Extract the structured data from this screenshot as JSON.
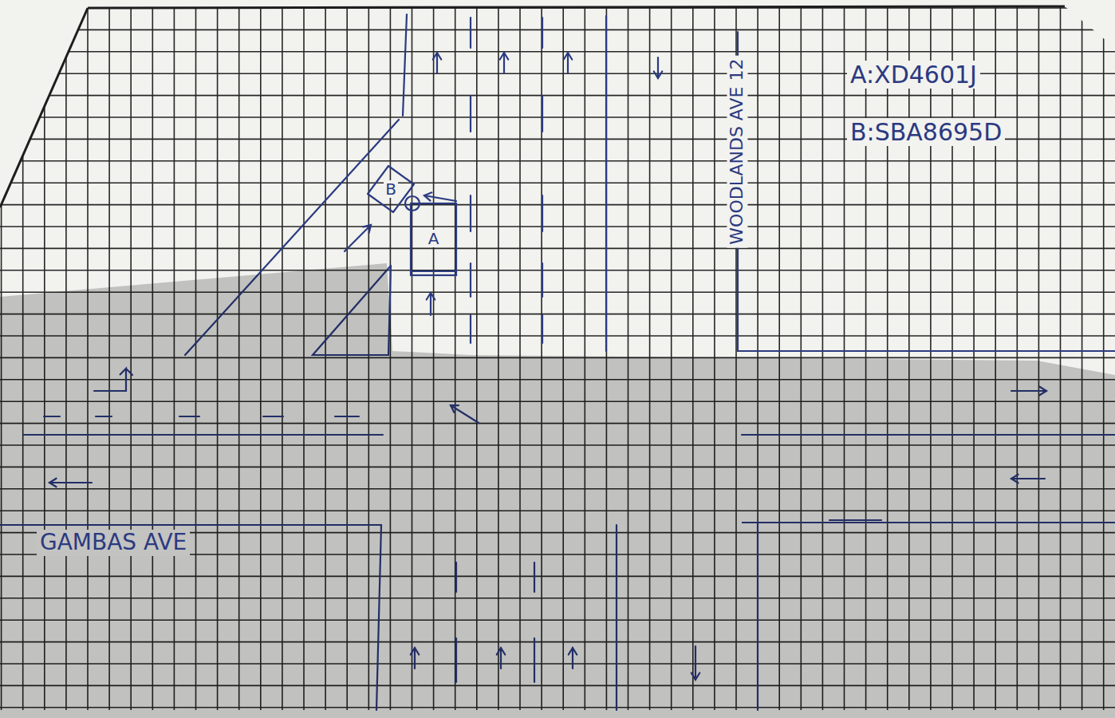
{
  "diagram": {
    "nodes": [
      {
        "text": [
          "B"
        ]
      },
      {
        "text": [
          "A"
        ]
      }
    ],
    "labels": [
      "A:XD4601J",
      "B:SBA8695D",
      "WOODLANDS AVE 12",
      "GAMBAS AVE"
    ]
  }
}
